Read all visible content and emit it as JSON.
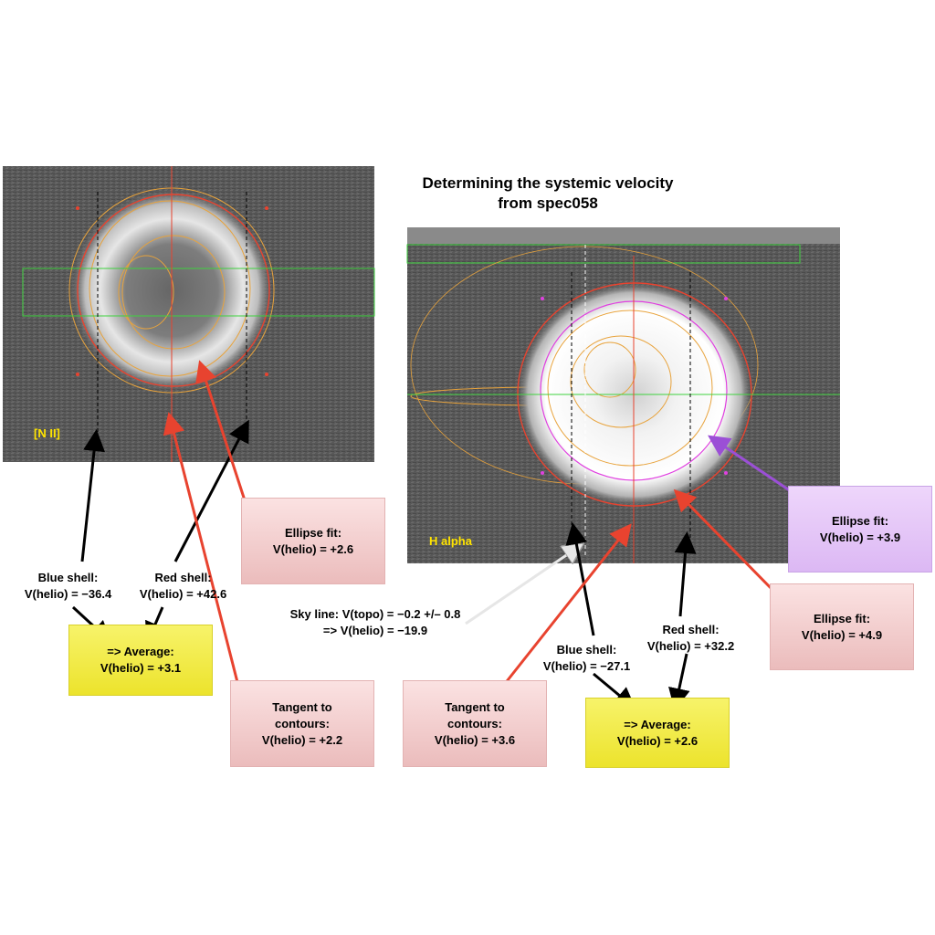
{
  "title": {
    "line1": "Determining the systemic velocity",
    "line2": "from spec058"
  },
  "left_panel": {
    "label": "[N II]"
  },
  "right_panel": {
    "label": "H alpha"
  },
  "annotations": {
    "nii_ellipse_fit": {
      "line1": "Ellipse fit:",
      "line2": "V(helio) = +2.6"
    },
    "nii_blue_shell": {
      "line1": "Blue shell:",
      "line2": "V(helio) = −36.4"
    },
    "nii_red_shell": {
      "line1": "Red shell:",
      "line2": "V(helio) = +42.6"
    },
    "nii_average": {
      "line1": "=> Average:",
      "line2": "V(helio) = +3.1"
    },
    "nii_tangent": {
      "line1": "Tangent to",
      "line2": "contours:",
      "line3": "V(helio) = +2.2"
    },
    "sky_line": {
      "line1": "Sky line: V(topo) = −0.2 +/– 0.8",
      "line2": "=> V(helio) = −19.9"
    },
    "ha_tangent": {
      "line1": "Tangent to",
      "line2": "contours:",
      "line3": "V(helio) = +3.6"
    },
    "ha_blue_shell": {
      "line1": "Blue shell:",
      "line2": "V(helio) = −27.1"
    },
    "ha_red_shell": {
      "line1": "Red shell:",
      "line2": "V(helio) = +32.2"
    },
    "ha_average": {
      "line1": "=> Average:",
      "line2": "V(helio) = +2.6"
    },
    "ha_ellipse_fit_purple": {
      "line1": "Ellipse fit:",
      "line2": "V(helio) = +3.9"
    },
    "ha_ellipse_fit_red": {
      "line1": "Ellipse fit:",
      "line2": "V(helio) = +4.9"
    }
  },
  "colors": {
    "black_arrow": "#000000",
    "red_arrow": "#e8432f",
    "purple_arrow": "#9b4fd6",
    "white_arrow": "#e6e6e6",
    "panel_label": "#ffe400",
    "contour": "#e8a33c",
    "green_box": "#3fd23f"
  }
}
